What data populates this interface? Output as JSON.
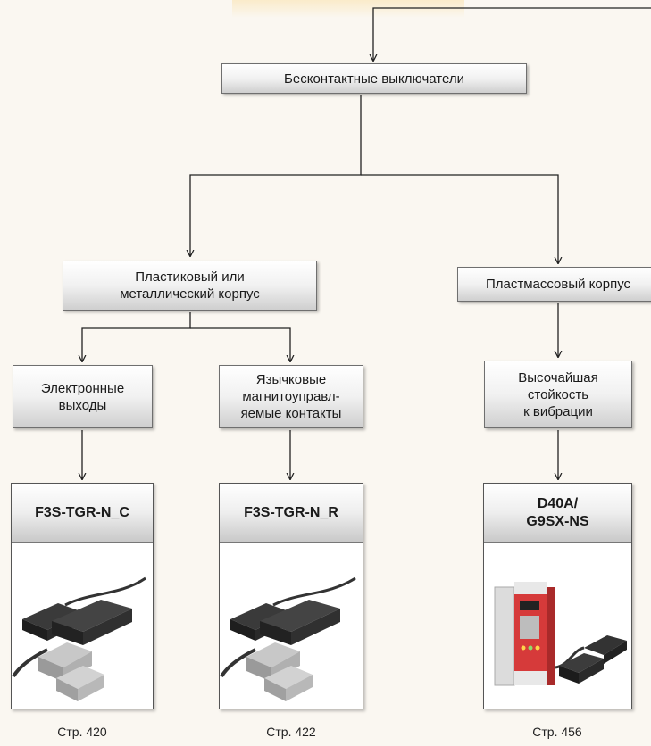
{
  "root": {
    "label": "Бесконтактные выключатели"
  },
  "branches": {
    "left": {
      "label": "Пластиковый или\nметаллический корпус"
    },
    "right": {
      "label": "Пластмассовый корпус"
    }
  },
  "subtypes": {
    "electronic": {
      "label": "Электронные\nвыходы"
    },
    "reed": {
      "label": "Язычковые\nмагнитоуправл-\nяемые контакты"
    },
    "vibration": {
      "label": "Высочайшая\nстойкость\nк вибрации"
    }
  },
  "products": [
    {
      "model": "F3S-TGR-N_C",
      "page": "Стр. 420",
      "image": "magnetic-sensor-pair"
    },
    {
      "model": "F3S-TGR-N_R",
      "page": "Стр. 422",
      "image": "magnetic-sensor-pair"
    },
    {
      "model": "D40A/\nG9SX-NS",
      "page": "Стр. 456",
      "image": "safety-controller-red"
    }
  ],
  "colors": {
    "box_border": "#6f6f6f",
    "connector": "#222222",
    "controller_red": "#d63a3a",
    "sensor_dark": "#2a2a2a"
  }
}
